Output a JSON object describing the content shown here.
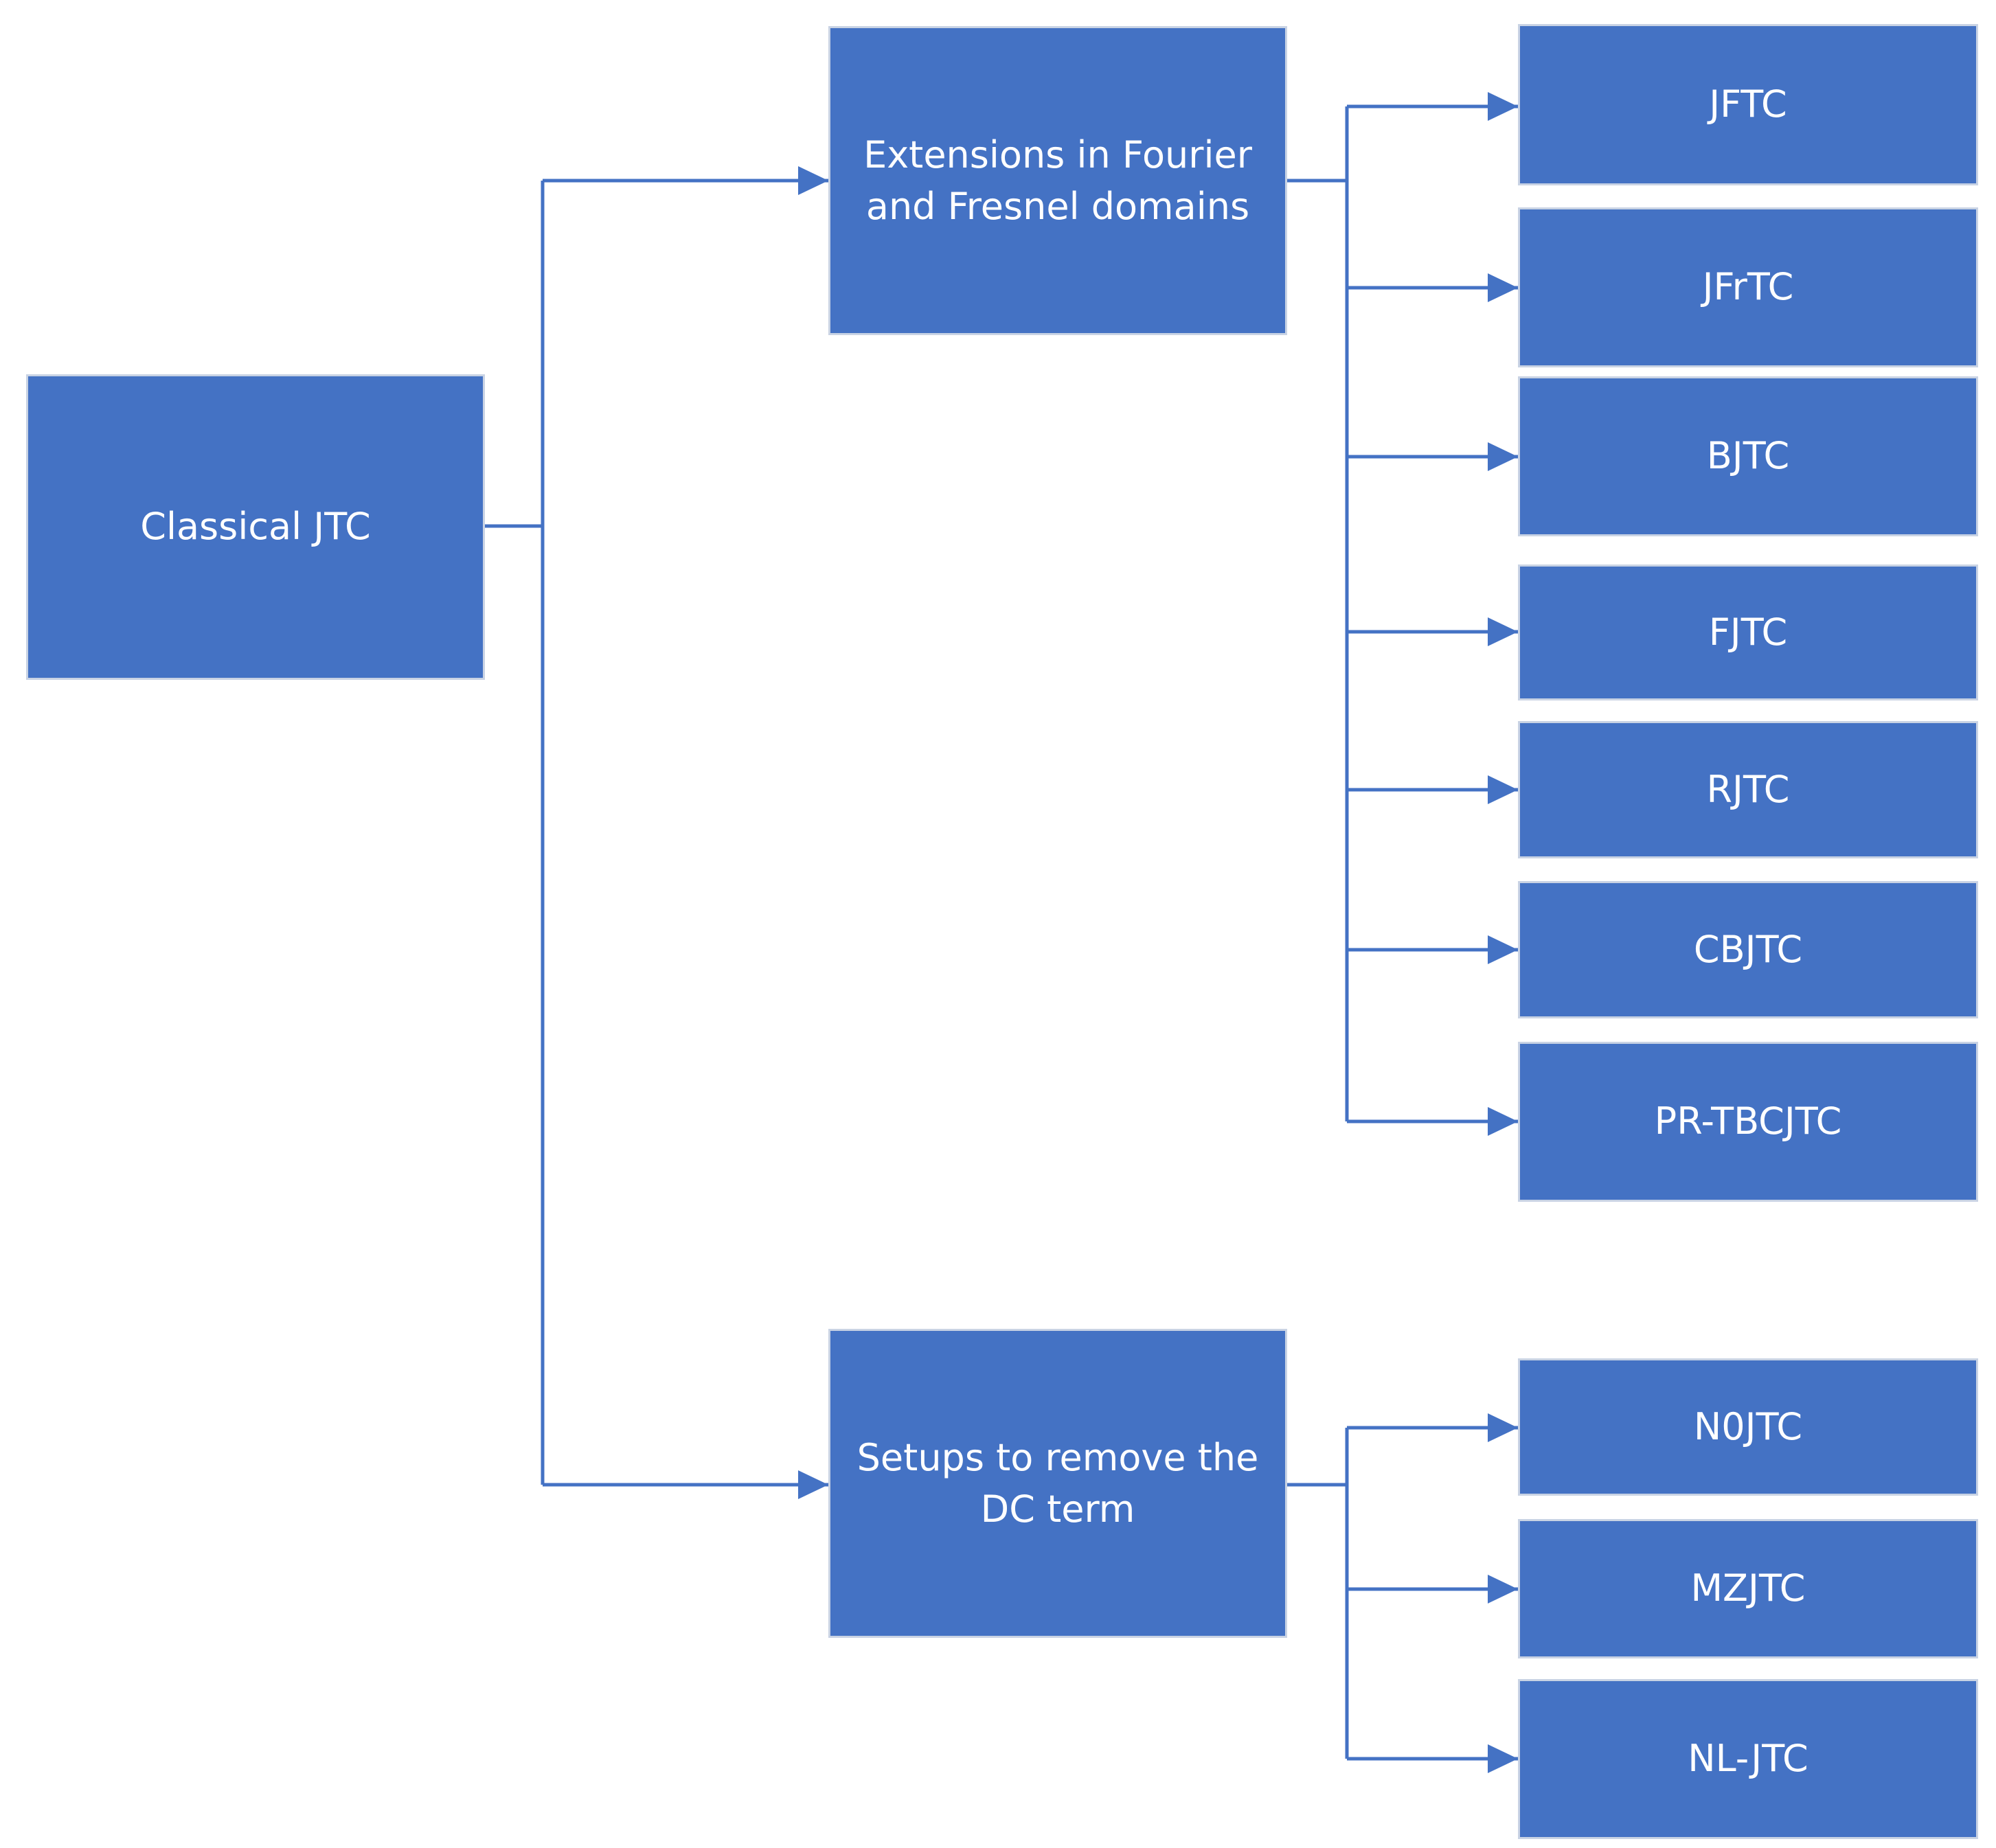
{
  "diagram": {
    "root": {
      "label": "Classical JTC"
    },
    "branches": [
      {
        "label": "Extensions in Fourier\nand Fresnel domains",
        "children": [
          "JFTC",
          "JFrTC",
          "BJTC",
          "FJTC",
          "RJTC",
          "CBJTC",
          "PR-TBCJTC"
        ]
      },
      {
        "label": "Setups to remove the\nDC term",
        "children": [
          "N0JTC",
          "MZJTC",
          "NL-JTC"
        ]
      }
    ]
  },
  "colors": {
    "box_fill": "#4472c4",
    "box_border": "#c9d3e4",
    "connector": "#4472c4",
    "text": "#ffffff"
  }
}
